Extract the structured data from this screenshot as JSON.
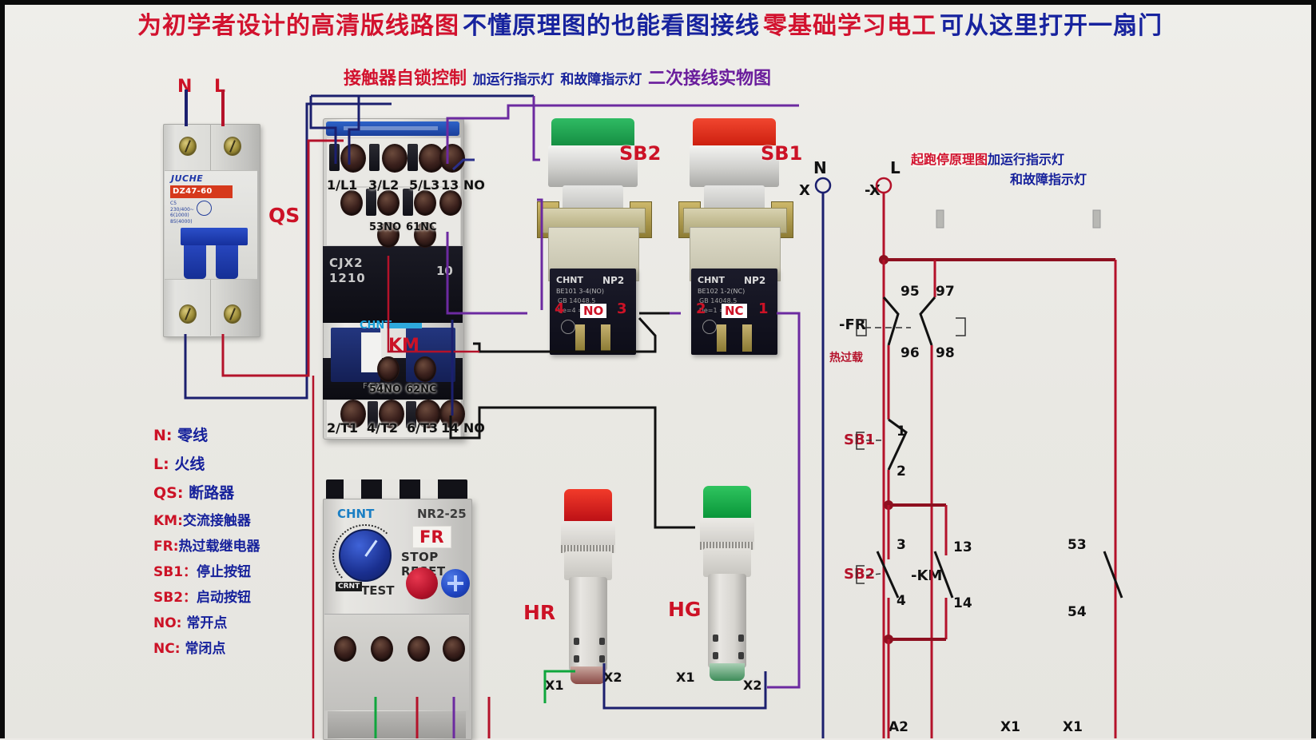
{
  "title": {
    "parts": [
      {
        "text": "为初学者设计的高清版线路图",
        "color": "red"
      },
      {
        "text": "不懂原理图的也能看图接线",
        "color": "blue"
      },
      {
        "text": "零基础学习电工",
        "color": "red"
      },
      {
        "text": "可从这里打开一扇门",
        "color": "blue"
      }
    ]
  },
  "subtitle": {
    "part1": "接触器自锁控制",
    "part2": "加运行指示灯",
    "part3": "和故障指示灯",
    "part4": "二次接线实物图"
  },
  "schematic_title": {
    "line1_red": "起跑停原理图",
    "line1_blue": "加运行指示灯",
    "line2": "和故障指示灯"
  },
  "legend": {
    "items": [
      {
        "key": "N:",
        "value": "零线"
      },
      {
        "key": "L:",
        "value": "火线"
      },
      {
        "key": "QS:",
        "value": "断路器"
      },
      {
        "key": "KM:",
        "value": "交流接触器"
      },
      {
        "key": "FR:",
        "value": "热过载继电器"
      },
      {
        "key": "SB1：",
        "value": "停止按钮"
      },
      {
        "key": "SB2：",
        "value": "启动按钮"
      },
      {
        "key": "NO:",
        "value": "常开点"
      },
      {
        "key": "NC:",
        "value": "常闭点"
      }
    ]
  },
  "breaker": {
    "label": "QS",
    "brand": "JUCHE",
    "model": "DZ47-60",
    "fine": "C5\n230/400~\n6(1000) 20000\n85(4000) A.P",
    "terminal_n": "N",
    "terminal_l": "L"
  },
  "contactor": {
    "label": "KM",
    "brand": "CHNT",
    "model_line1": "CJX2",
    "model_line2": "1210",
    "model_suffix": "10",
    "footnote": "F4-11",
    "top_terminals": [
      "1/L1",
      "3/L2",
      "5/L3",
      "13 NO"
    ],
    "aux_upper": [
      "53NO",
      "61NC"
    ],
    "aux_lower": [
      "54NO",
      "62NC"
    ],
    "bottom_terminals": [
      "2/T1",
      "4/T2",
      "6/T3",
      "14 NO"
    ]
  },
  "thermal_relay": {
    "label": "FR",
    "brand": "CHNT",
    "model": "NR2-25",
    "stop_reset": "STOP RESET",
    "test": "TEST",
    "dial_mark": "CRNT"
  },
  "pushbuttons": [
    {
      "id": "sb2",
      "label": "SB2",
      "cap_color": "#19a04a",
      "brand": "CHNT",
      "series": "NP2",
      "line1": "BE101 3-4(NO)",
      "line2": "GB 14048.5",
      "line3": "Ue=4     =10A",
      "contact_tag": "NO",
      "terminal_left": "4",
      "terminal_right": "3"
    },
    {
      "id": "sb1",
      "label": "SB1",
      "cap_color": "#e02718",
      "brand": "CHNT",
      "series": "NP2",
      "line1": "BE102 1-2(NC)",
      "line2": "GB 14048.5",
      "line3": "Ue=1     =10A",
      "contact_tag": "NC",
      "terminal_left": "2",
      "terminal_right": "1"
    }
  ],
  "lamps": [
    {
      "id": "hr",
      "label": "HR",
      "color": "#d8111c",
      "t1": "X1",
      "t2": "X2"
    },
    {
      "id": "hg",
      "label": "HG",
      "color": "#13a53f",
      "t1": "X1",
      "t2": "X2"
    }
  ],
  "schematic": {
    "rail_n": {
      "name": "N",
      "terminal": "X"
    },
    "rail_l": {
      "name": "L",
      "terminal": "-X"
    },
    "fr": {
      "label": "-FR",
      "caption": "热过载",
      "t95": "95",
      "t96": "96",
      "t97": "97",
      "t98": "98"
    },
    "sb1": {
      "label": "SB1",
      "t_top": "1",
      "t_bot": "2"
    },
    "sb2": {
      "label": "SB2",
      "t_top": "3",
      "t_bot": "4"
    },
    "km": {
      "label": "-KM",
      "t_top": "13",
      "t_bot": "14"
    },
    "aux": {
      "t_top": "53",
      "t_bot": "54"
    },
    "bottom": {
      "a2": "A2",
      "x1a": "X1",
      "x1b": "X1"
    }
  },
  "colors": {
    "red": "#cc1226",
    "blue": "#16219b",
    "purple": "#6a1d9c",
    "green": "#13a53f",
    "wire_dark_blue": "#1b1f6e",
    "wire_red": "#b4122a",
    "wire_purple": "#6c2aa0",
    "wire_black": "#101010",
    "wire_green": "#0fa63c"
  }
}
